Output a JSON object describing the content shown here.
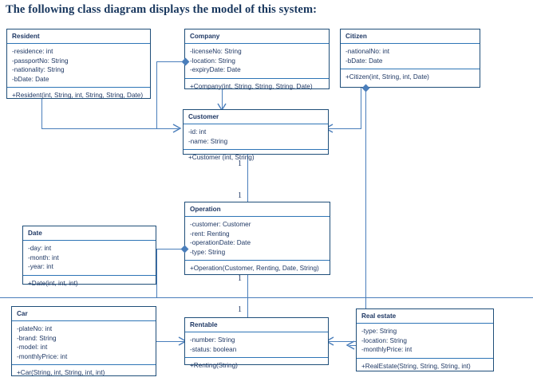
{
  "title": "The following class diagram displays the model of this system:",
  "colors": {
    "box_border": "#1F4E79",
    "divider": "#2E75B6",
    "connector": "#4A7EBB",
    "text": "#1F3864",
    "title_text": "#17365D",
    "background": "#FFFFFF"
  },
  "diagram": {
    "type": "uml-class-diagram",
    "classes": [
      {
        "id": "resident",
        "name": "Resident",
        "attributes": [
          "-residence: int",
          "-passportNo: String",
          "-nationality: String",
          "-bDate: Date"
        ],
        "operations": [
          "+Resident(int, String, int, String, String, Date)"
        ]
      },
      {
        "id": "company",
        "name": "Company",
        "attributes": [
          "-licenseNo: String",
          "-location: String",
          "-expiryDate: Date"
        ],
        "operations": [
          "+Company(int, String, String, String, Date)"
        ]
      },
      {
        "id": "citizen",
        "name": "Citizen",
        "attributes": [
          "-nationalNo: int",
          "-bDate: Date"
        ],
        "operations": [
          "+Citizen(int, String, int, Date)"
        ]
      },
      {
        "id": "customer",
        "name": "Customer",
        "attributes": [
          "-id: int",
          "-name: String"
        ],
        "operations": [
          "+Customer (int, String)"
        ]
      },
      {
        "id": "operation",
        "name": "Operation",
        "attributes": [
          "-customer: Customer",
          "-rent: Renting",
          "-operationDate: Date",
          "-type: String"
        ],
        "operations": [
          "+Operation(Customer,  Renting, Date, String)"
        ]
      },
      {
        "id": "date",
        "name": "Date",
        "attributes": [
          "-day: int",
          "-month:  int",
          "-year: int"
        ],
        "operations": [
          "+Date(int, int, int)"
        ]
      },
      {
        "id": "car",
        "name": "Car",
        "attributes": [
          "-plateNo: int",
          "-brand: String",
          "-model: int",
          "-monthlyPrice:  int"
        ],
        "operations": [
          "+Car(String, int, String, int, int)"
        ]
      },
      {
        "id": "rentable",
        "name": "Rentable",
        "attributes": [
          "-number:  String",
          "-status: boolean"
        ],
        "operations": [
          "+Renting(String)"
        ]
      },
      {
        "id": "realestate",
        "name": "Real estate",
        "attributes": [
          "-type: String",
          "-location: String",
          "-monthlyPrice:  int"
        ],
        "operations": [
          "+RealEstate(String, String, String, int)"
        ]
      }
    ],
    "multiplicities": [
      {
        "id": "m1",
        "label": "1"
      },
      {
        "id": "m2",
        "label": "1"
      },
      {
        "id": "m3",
        "label": "1"
      },
      {
        "id": "m4",
        "label": "1"
      }
    ],
    "relationships": [
      {
        "from": "resident",
        "to": "customer",
        "type": "generalization"
      },
      {
        "from": "company",
        "to": "customer",
        "type": "generalization"
      },
      {
        "from": "citizen",
        "to": "customer",
        "type": "generalization"
      },
      {
        "from": "citizen",
        "to": "realestate",
        "type": "aggregation"
      },
      {
        "from": "customer",
        "to": "operation",
        "type": "association",
        "source_multiplicity": "1",
        "target_multiplicity": "1"
      },
      {
        "from": "date",
        "to": "operation",
        "type": "aggregation"
      },
      {
        "from": "operation",
        "to": "rentable",
        "type": "association",
        "source_multiplicity": "1",
        "target_multiplicity": "1"
      },
      {
        "from": "car",
        "to": "rentable",
        "type": "generalization"
      },
      {
        "from": "realestate",
        "to": "rentable",
        "type": "generalization"
      }
    ]
  }
}
